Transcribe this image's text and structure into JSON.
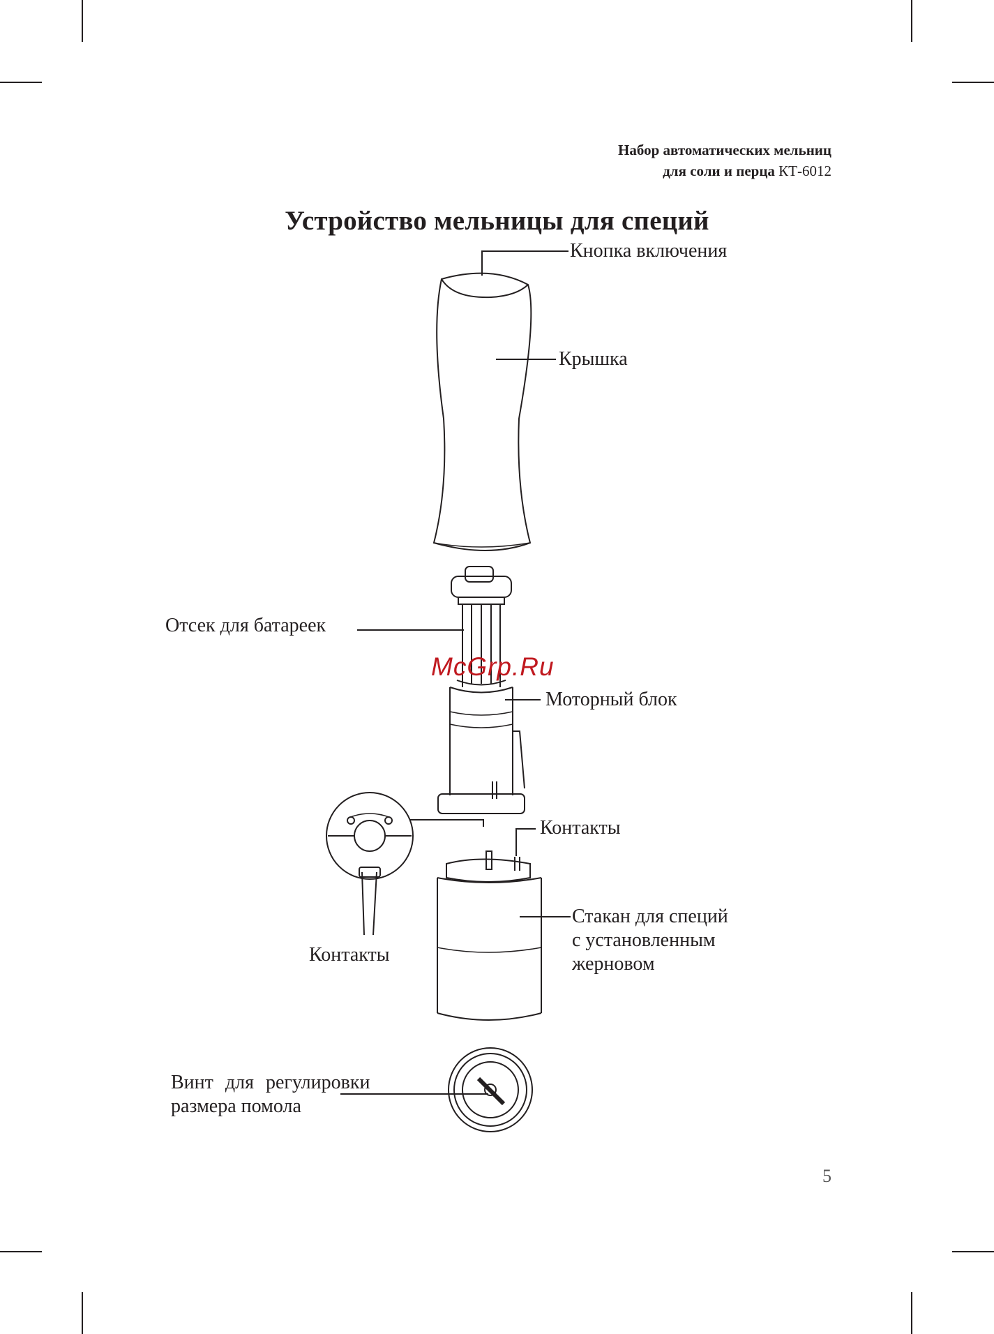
{
  "header": {
    "line1": "Набор автоматических мельниц",
    "line2_bold": "для соли и перца",
    "line2_model": "КТ-6012"
  },
  "title": "Устройство мельницы для специй",
  "labels": {
    "power_button": "Кнопка включения",
    "lid": "Крышка",
    "battery_compartment": "Отсек для батареек",
    "motor_block": "Моторный блок",
    "contacts_right": "Контакты",
    "contacts_left": "Контакты",
    "spice_cup_line1": "Стакан для специй",
    "spice_cup_line2": "с установленным",
    "spice_cup_line3": "жерновом",
    "grind_screw_line1": "Винт для регулировки",
    "grind_screw_line2": "размера помола"
  },
  "watermark": "McGrp.Ru",
  "page_number": "5"
}
